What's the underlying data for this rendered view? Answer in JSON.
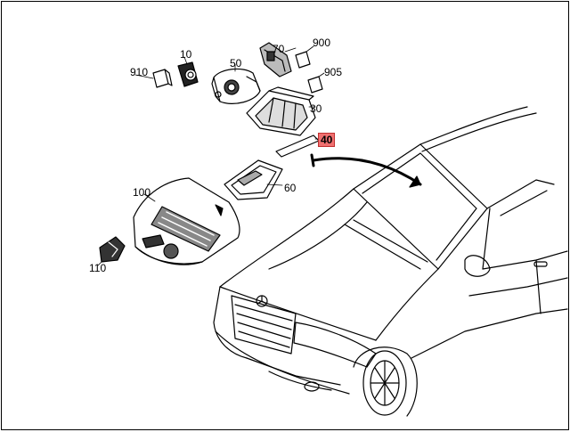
{
  "part_labels": {
    "p10": "10",
    "p30": "30",
    "p40": "40",
    "p50": "50",
    "p60": "60",
    "p70": "70",
    "p100": "100",
    "p110": "110",
    "p900": "900",
    "p905": "905",
    "p910": "910"
  },
  "highlight_color": "#f07070"
}
